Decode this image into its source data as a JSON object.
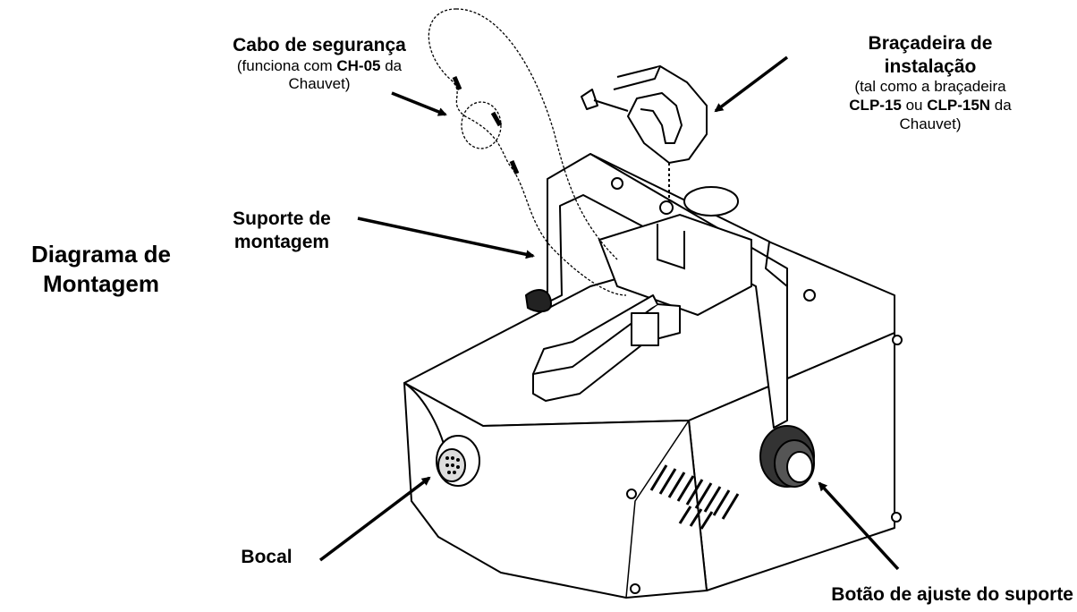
{
  "diagram": {
    "title_line1": "Diagrama de",
    "title_line2": "Montagem",
    "labels": {
      "safety_cable": {
        "heading": "Cabo de segurança",
        "sub_pre": "(funciona com ",
        "sub_bold": "CH-05",
        "sub_post": " da",
        "sub_line2": "Chauvet)"
      },
      "clamp": {
        "heading_line1": "Braçadeira de",
        "heading_line2": "instalação",
        "sub_line1": "(tal como a braçadeira",
        "sub_bold1": "CLP-15",
        "sub_mid": " ou ",
        "sub_bold2": "CLP-15N",
        "sub_post": " da",
        "sub_line3": "Chauvet)"
      },
      "bracket": {
        "line1": "Suporte de",
        "line2": "montagem"
      },
      "nozzle": "Bocal",
      "adjust_knob": "Botão de ajuste do suporte"
    },
    "colors": {
      "ink": "#000000",
      "paper": "#ffffff"
    }
  }
}
